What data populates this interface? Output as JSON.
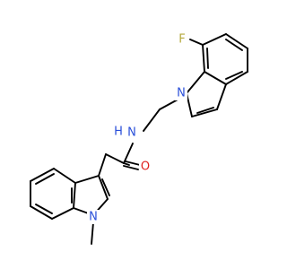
{
  "molecule": {
    "atoms": {
      "F": {
        "text": "F",
        "color": "#b5a93c"
      },
      "N_indole_top": {
        "text": "N",
        "color": "#2a4fd9"
      },
      "N_amide": {
        "text": "N",
        "color": "#2a4fd9"
      },
      "H_amide": {
        "text": "H",
        "color": "#2a4fd9"
      },
      "O_amide": {
        "text": "O",
        "color": "#e0211f"
      },
      "N_indole_bottom": {
        "text": "N",
        "color": "#2a4fd9"
      }
    }
  }
}
